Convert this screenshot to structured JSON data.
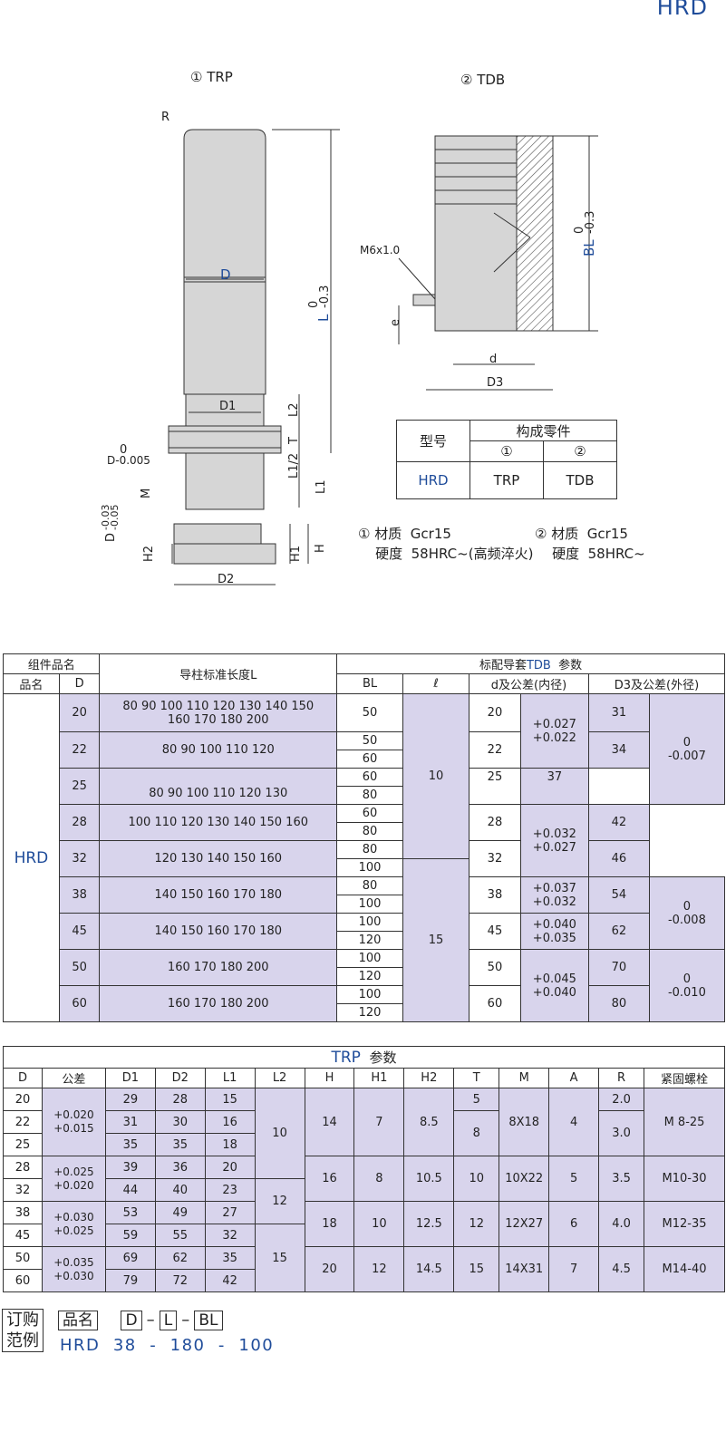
{
  "header": {
    "series": "HRD"
  },
  "drawing": {
    "trp_label": "① TRP",
    "tdb_label": "② TDB",
    "dims_trp": {
      "R": "R",
      "D": "D",
      "L": "L",
      "L_tol": "-0.3",
      "L_tol0": "0",
      "D1": "D1",
      "L2": "L2",
      "T": "T",
      "L12": "L1/2",
      "L1": "L1",
      "D_tol_0": "0",
      "D_tol": "D-0.005",
      "M": "M",
      "Dlow": "D",
      "Dlow_tol_a": "-0.03",
      "Dlow_tol_b": "-0.05",
      "H2": "H2",
      "H1": "H1",
      "H": "H",
      "D2": "D2"
    },
    "dims_tdb": {
      "M6": "M6x1.0",
      "e": "e",
      "d": "d",
      "D3": "D3",
      "BL": "BL",
      "BL_tol": "-0.3",
      "BL_tol0": "0"
    }
  },
  "components": {
    "model_header": "型号",
    "parts_header": "构成零件",
    "c1": "①",
    "c2": "②",
    "model": "HRD",
    "p1": "TRP",
    "p2": "TDB"
  },
  "materials": {
    "m1_num": "①",
    "m1_mat_label": "材质",
    "m1_mat": "Gcr15",
    "m1_hard_label": "硬度",
    "m1_hard": "58HRC~(高频淬火)",
    "m2_num": "②",
    "m2_mat_label": "材质",
    "m2_mat": "Gcr15",
    "m2_hard_label": "硬度",
    "m2_hard": "58HRC~"
  },
  "table1": {
    "h_component": "组件品名",
    "h_guide_len": "导柱标准长度L",
    "h_tdb_pre": "标配导套",
    "h_tdb": "TDB",
    "h_tdb_post": "参数",
    "h_name": "品名",
    "h_D": "D",
    "h_BL": "BL",
    "h_l": "ℓ",
    "h_d": "d及公差(内径)",
    "h_D3": "D3及公差(外径)",
    "name": "HRD",
    "D": [
      "20",
      "22",
      "25",
      "28",
      "32",
      "38",
      "45",
      "50",
      "60"
    ],
    "L": [
      "80  90  100  110  120  130  140  150",
      "160  170  180  200",
      "80  90  100  110  120",
      "80  90  100  110  120  130",
      "100  110  120  130  140  150  160",
      "120  130  140  150  160",
      "140  150  160  170  180",
      "140  150  160  170  180",
      "160  170  180  200",
      "160  170  180  200"
    ],
    "BL": [
      "50",
      "50",
      "60",
      "60",
      "80",
      "60",
      "80",
      "80",
      "100",
      "80",
      "100",
      "100",
      "120",
      "100",
      "120",
      "100",
      "120"
    ],
    "ell": [
      "10",
      "15"
    ],
    "d": [
      "20",
      "22",
      "25",
      "28",
      "32",
      "38",
      "45",
      "50",
      "60"
    ],
    "d_tol": [
      [
        "+0.027",
        "+0.022"
      ],
      [
        "+0.032",
        "+0.027"
      ],
      [
        "+0.037",
        "+0.032"
      ],
      [
        "+0.040",
        "+0.035"
      ],
      [
        "+0.045",
        "+0.040"
      ]
    ],
    "D3": [
      "31",
      "34",
      "37",
      "42",
      "46",
      "54",
      "62",
      "70",
      "80"
    ],
    "D3_tol": [
      [
        "0",
        "-0.007"
      ],
      [
        "0",
        "-0.008"
      ],
      [
        "0",
        "-0.010"
      ]
    ]
  },
  "table2": {
    "title": "TRP",
    "title_post": "参数",
    "headers": [
      "D",
      "公差",
      "D1",
      "D2",
      "L1",
      "L2",
      "H",
      "H1",
      "H2",
      "T",
      "M",
      "A",
      "R",
      "紧固螺栓"
    ],
    "D": [
      "20",
      "22",
      "25",
      "28",
      "32",
      "38",
      "45",
      "50",
      "60"
    ],
    "tol": [
      [
        "+0.020",
        "+0.015"
      ],
      [
        "+0.025",
        "+0.020"
      ],
      [
        "+0.030",
        "+0.025"
      ],
      [
        "+0.035",
        "+0.030"
      ]
    ],
    "D1": [
      "29",
      "31",
      "35",
      "39",
      "44",
      "53",
      "59",
      "69",
      "79"
    ],
    "D2": [
      "28",
      "30",
      "35",
      "36",
      "40",
      "49",
      "55",
      "62",
      "72"
    ],
    "L1": [
      "15",
      "16",
      "18",
      "20",
      "23",
      "27",
      "32",
      "35",
      "42"
    ],
    "L2": [
      "10",
      "12",
      "15"
    ],
    "H": [
      "14",
      "16",
      "18",
      "20"
    ],
    "H1": [
      "7",
      "8",
      "10",
      "12"
    ],
    "H2": [
      "8.5",
      "10.5",
      "12.5",
      "14.5"
    ],
    "T": [
      "5",
      "8",
      "10",
      "12",
      "15"
    ],
    "M": [
      "8X18",
      "10X22",
      "12X27",
      "14X31"
    ],
    "A": [
      "4",
      "5",
      "6",
      "7"
    ],
    "R": [
      "2.0",
      "3.0",
      "3.5",
      "4.0",
      "4.5"
    ],
    "bolt": [
      "M 8-25",
      "M10-30",
      "M12-35",
      "M14-40"
    ]
  },
  "order": {
    "label1": "订购",
    "label2": "范例",
    "b_name": "品名",
    "b_D": "D",
    "dash": "–",
    "b_L": "L",
    "b_BL": "BL",
    "example": "HRD  38  -  180  -  100"
  }
}
